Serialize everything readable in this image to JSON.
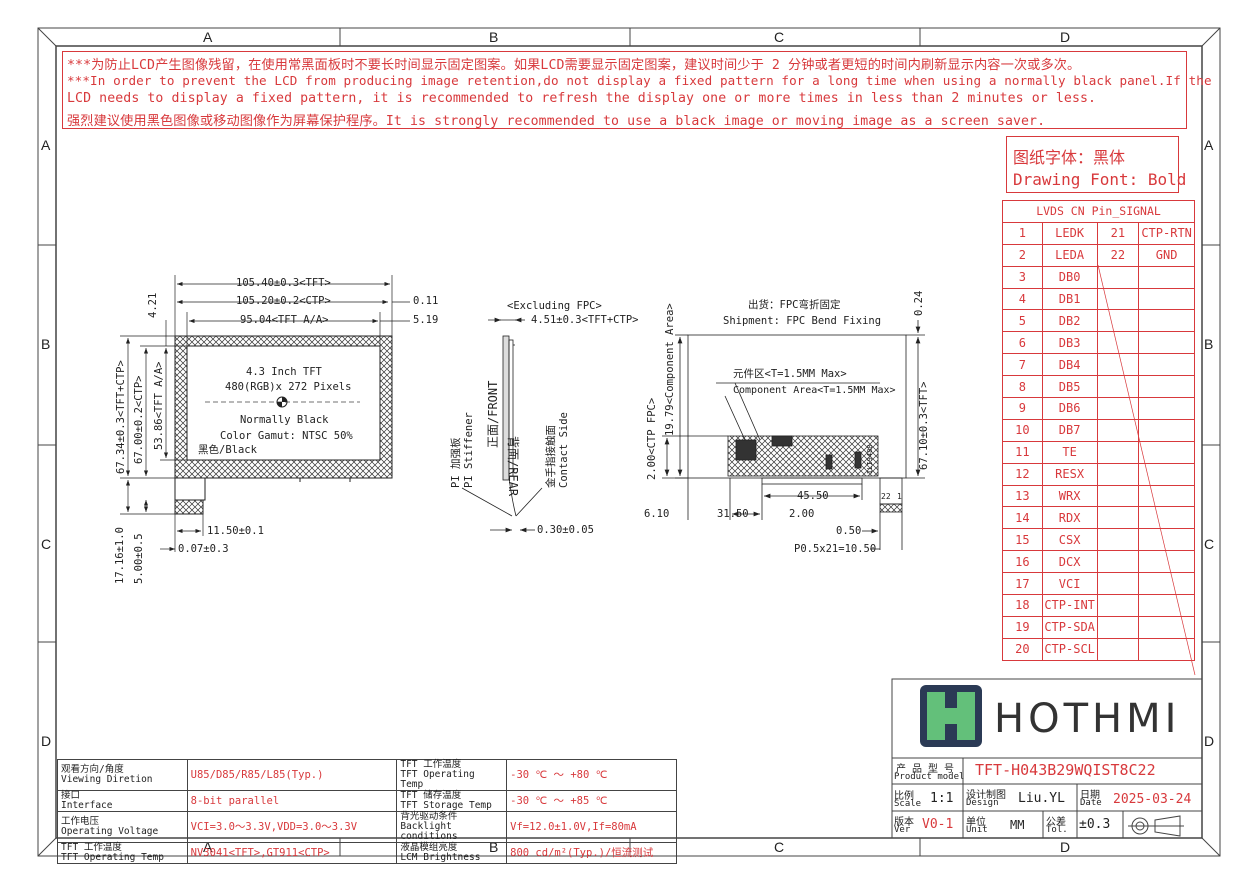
{
  "zones": {
    "columns": [
      "A",
      "B",
      "C",
      "D"
    ],
    "rows": [
      "A",
      "B",
      "C",
      "D"
    ]
  },
  "warning": {
    "line1": "***为防止LCD产生图像残留，在使用常黑面板时不要长时间显示固定图案。如果LCD需要显示固定图案，建议时间少于 2 分钟或者更短的时间内刷新显示内容一次或多次。",
    "line2": "***In order to prevent the LCD from producing image retention,do not display a fixed pattern for a long time when using a normally black panel.If the",
    "line3": " LCD needs to display a fixed pattern, it is recommended to refresh the display one or more times in less than 2 minutes or less.",
    "line4": "强烈建议使用黑色图像或移动图像作为屏幕保护程序。It is strongly recommended to use a black image or moving image as a screen saver."
  },
  "drawing_font": {
    "cn": "图纸字体：黑体",
    "en": "Drawing Font: Bold"
  },
  "pin_table": {
    "title": "LVDS CN Pin_SIGNAL",
    "rows": [
      [
        "1",
        "LEDK",
        "21",
        "CTP-RTN"
      ],
      [
        "2",
        "LEDA",
        "22",
        "GND"
      ],
      [
        "3",
        "DB0",
        "",
        ""
      ],
      [
        "4",
        "DB1",
        "",
        ""
      ],
      [
        "5",
        "DB2",
        "",
        ""
      ],
      [
        "6",
        "DB3",
        "",
        ""
      ],
      [
        "7",
        "DB4",
        "",
        ""
      ],
      [
        "8",
        "DB5",
        "",
        ""
      ],
      [
        "9",
        "DB6",
        "",
        ""
      ],
      [
        "10",
        "DB7",
        "",
        ""
      ],
      [
        "11",
        "TE",
        "",
        ""
      ],
      [
        "12",
        "RESX",
        "",
        ""
      ],
      [
        "13",
        "WRX",
        "",
        ""
      ],
      [
        "14",
        "RDX",
        "",
        ""
      ],
      [
        "15",
        "CSX",
        "",
        ""
      ],
      [
        "16",
        "DCX",
        "",
        ""
      ],
      [
        "17",
        "VCI",
        "",
        ""
      ],
      [
        "18",
        "CTP-INT",
        "",
        ""
      ],
      [
        "19",
        "CTP-SDA",
        "",
        ""
      ],
      [
        "20",
        "CTP-SCL",
        "",
        ""
      ]
    ]
  },
  "front_view": {
    "dim_w1": "105.40±0.3<TFT>",
    "dim_w2": "105.20±0.2<CTP>",
    "dim_w2r": "0.11",
    "dim_w3": "95.04<TFT A/A>",
    "dim_w3r": "5.19",
    "dim_top": "4.21",
    "dim_h1": "67.34±0.3<TFT+CTP>",
    "dim_h2": "67.00±0.2<CTP>",
    "dim_h3": "53.86<TFT A/A>",
    "panel_l1": "4.3 Inch TFT",
    "panel_l2": "480(RGB)x 272 Pixels",
    "panel_l3": "Normally Black",
    "panel_l4": "Color Gamut: NTSC 50%",
    "bezel": "黑色/Black",
    "dim_fpc_w": "11.50±0.1",
    "dim_fpc_off": "0.07±0.3",
    "dim_tail1": "17.16±1.0",
    "dim_tail2": "5.00±0.5"
  },
  "side_view": {
    "excl": "<Excluding FPC>",
    "thick": "4.51±0.3<TFT+CTP>",
    "front": "正面/FRONT",
    "rear": "背面/REAR",
    "stiff_cn": "PI 加强板",
    "stiff_en": "PI Stiffener",
    "contact_cn": "金手指接触面",
    "contact_en": "Contact Side",
    "fpc_t": "0.30±0.05"
  },
  "rear_view": {
    "ship_cn": "出货：FPC弯折固定",
    "ship_en": "Shipment: FPC Bend Fixing",
    "top_r": "0.24",
    "comp_cn": "元件区<T=1.5MM Max>",
    "comp_en": "Component Area<T=1.5MM Max>",
    "dim_comp": "19.79<Component Area>",
    "dim_ctp_fpc": "2.00<CTP FPC>",
    "dim_h": "67.10±0.3<TFT>",
    "d1": "6.10",
    "d2": "31.50",
    "d3": "2.00",
    "d4": "45.50",
    "d5": "0.50",
    "pitch": "P0.5x21=10.50",
    "pin22": "22",
    "pin1": "1",
    "chip": "ILI9488"
  },
  "specs": [
    [
      "观看方向/角度",
      "Viewing Diretion",
      "U85/D85/R85/L85(Typ.)",
      "TFT 工作温度",
      "TFT Operating Temp",
      "-30 ℃ ～ +80 ℃"
    ],
    [
      "接口",
      "Interface",
      "8-bit parallel",
      "TFT 储存温度",
      "TFT Storage Temp",
      "-30 ℃ ～ +85 ℃"
    ],
    [
      "工作电压",
      "Operating Voltage",
      "VCI=3.0～3.3V,VDD=3.0～3.3V",
      "背光驱动条件",
      "Backlight conditions",
      "Vf=12.0±1.0V,If=80mA"
    ],
    [
      "TFT 工作温度",
      "TFT Operating Temp",
      "NV3041<TFT>,GT911<CTP>",
      "液晶模组亮度",
      "LCM Brightness",
      "800  cd/m²(Typ.)/恒流测试"
    ]
  ],
  "title_block": {
    "brand": "HOTHMI",
    "model_cn": "产 品 型 号",
    "model_en": "Product model",
    "model": "TFT-H043B29WQIST8C22",
    "scale_cn": "比例",
    "scale_en": "Scale",
    "scale": "1:1",
    "design_cn": "设计制图",
    "design_en": "Design",
    "designer": "Liu.YL",
    "date_cn": "日期",
    "date_en": "Date",
    "date": "2025-03-24",
    "ver_cn": "版本",
    "ver_en": "Ver",
    "ver": "V0-1",
    "unit_cn": "单位",
    "unit_en": "Unit",
    "unit": "MM",
    "tol_cn": "公差",
    "tol_en": "Tol.",
    "tol": "±0.3"
  }
}
